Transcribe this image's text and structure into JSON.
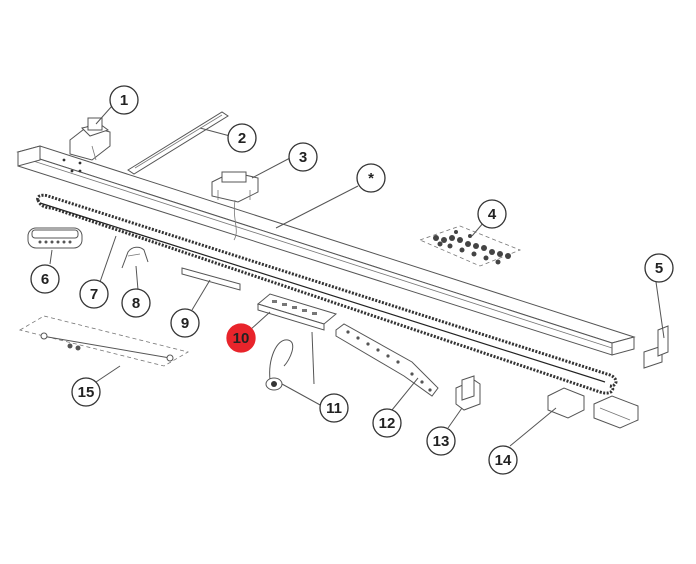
{
  "callouts": [
    {
      "id": "c1",
      "label": "1",
      "highlight": false
    },
    {
      "id": "c2",
      "label": "2",
      "highlight": false
    },
    {
      "id": "c3",
      "label": "3",
      "highlight": false
    },
    {
      "id": "cstar",
      "label": "*",
      "highlight": false
    },
    {
      "id": "c4",
      "label": "4",
      "highlight": false
    },
    {
      "id": "c5",
      "label": "5",
      "highlight": false
    },
    {
      "id": "c6",
      "label": "6",
      "highlight": false
    },
    {
      "id": "c7",
      "label": "7",
      "highlight": false
    },
    {
      "id": "c8",
      "label": "8",
      "highlight": false
    },
    {
      "id": "c9",
      "label": "9",
      "highlight": false
    },
    {
      "id": "c10",
      "label": "10",
      "highlight": true
    },
    {
      "id": "c11",
      "label": "11",
      "highlight": false
    },
    {
      "id": "c12",
      "label": "12",
      "highlight": false
    },
    {
      "id": "c13",
      "label": "13",
      "highlight": false
    },
    {
      "id": "c14",
      "label": "14",
      "highlight": false
    },
    {
      "id": "c15",
      "label": "15",
      "highlight": false
    }
  ],
  "colors": {
    "highlight_fill": "#e8242b",
    "circle_stroke": "#333333",
    "line": "#555555"
  }
}
